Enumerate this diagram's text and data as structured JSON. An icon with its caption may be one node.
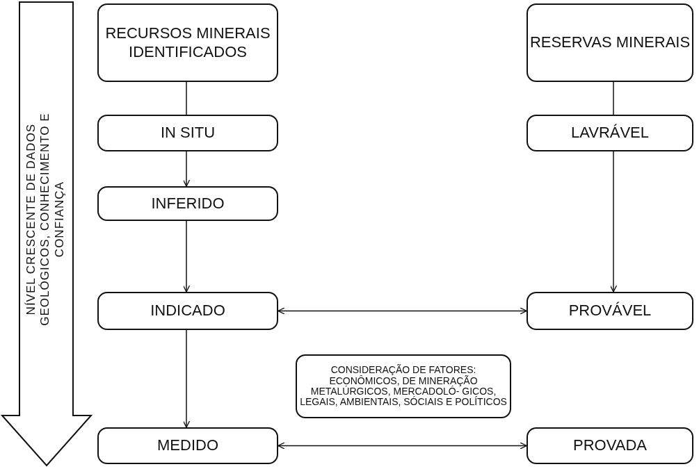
{
  "diagram": {
    "nodes": [
      {
        "text": [
          "NÍVEL CRESCENTE DE DADOS GEOLÓGICOS, CONHECIMENTO E CONFIANÇA"
        ]
      },
      {
        "text": [
          "RECURSOS MINERAIS IDENTIFICADOS"
        ]
      },
      {
        "text": [
          "IN SITU"
        ]
      },
      {
        "text": [
          "INFERIDO"
        ]
      },
      {
        "text": [
          "INDICADO"
        ]
      },
      {
        "text": [
          "MEDIDO"
        ]
      },
      {
        "text": [
          "RESERVAS MINERAIS"
        ]
      },
      {
        "text": [
          "LAVRÁVEL"
        ]
      },
      {
        "text": [
          "PROVÁVEL"
        ]
      },
      {
        "text": [
          "PROVADA"
        ]
      },
      {
        "text": [
          "CONSIDERAÇÃO DE FATORES: ECONÔMICOS, DE MINERAÇÃO METALÚRGICOS, MERCADOLÓ- GICOS, LEGAIS, AMBIENTAIS, SÓCIAIS E POLÍTICOS"
        ]
      }
    ],
    "edges": [
      {
        "from": 1,
        "to": 2,
        "arrow": "none"
      },
      {
        "from": 2,
        "to": 3,
        "arrow": "to"
      },
      {
        "from": 3,
        "to": 4,
        "arrow": "to"
      },
      {
        "from": 4,
        "to": 5,
        "arrow": "to"
      },
      {
        "from": 6,
        "to": 7,
        "arrow": "none"
      },
      {
        "from": 7,
        "to": 8,
        "arrow": "to"
      },
      {
        "from": 4,
        "to": 8,
        "arrow": "both"
      },
      {
        "from": 5,
        "to": 9,
        "arrow": "both"
      }
    ]
  }
}
